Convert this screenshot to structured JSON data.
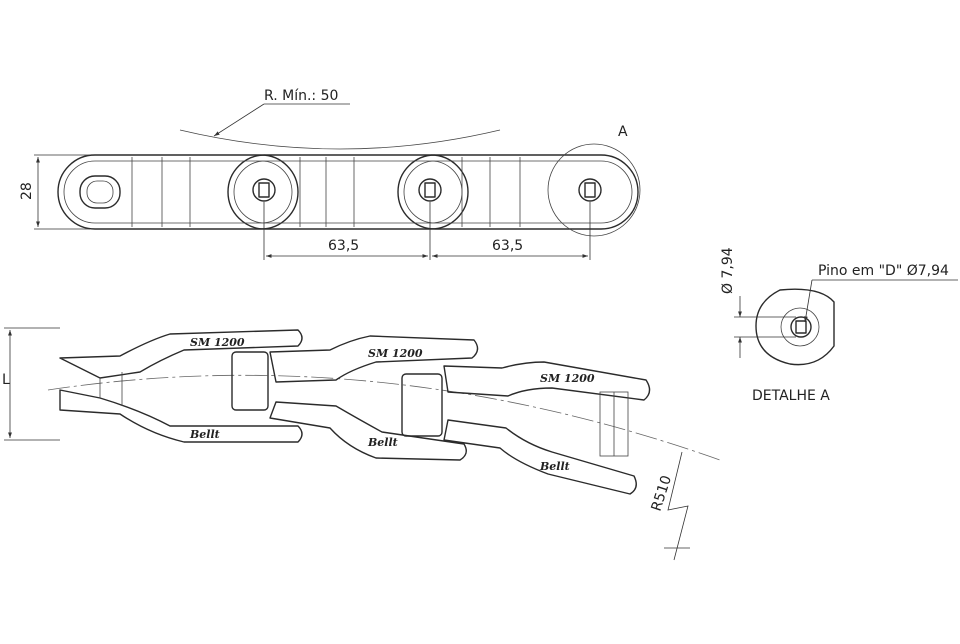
{
  "labels": {
    "radius_min": "R. Mín.: 50",
    "detail_ref": "A",
    "height": "28",
    "pitch_1": "63,5",
    "pitch_2": "63,5",
    "pin_diameter_dim": "Ø 7,94",
    "pin_callout": "Pino em \"D\" Ø7,94",
    "detail_title": "DETALHE A",
    "width_dim": "L",
    "bend_radius": "R510",
    "engraving_model": "SM 1200",
    "engraving_brand": "Bellt"
  },
  "colors": {
    "line": "#2b2b2b",
    "background": "#ffffff"
  }
}
